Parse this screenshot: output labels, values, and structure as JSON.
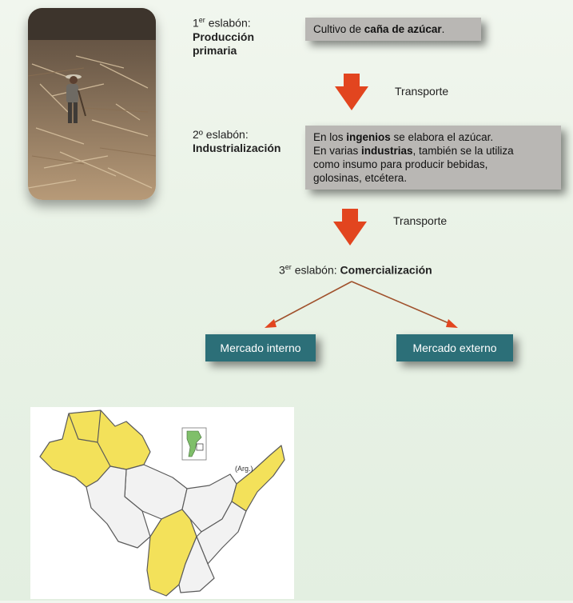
{
  "links": {
    "level1": {
      "ordinal": "1",
      "ordinal_sup": "er",
      "word": " eslabón:",
      "name": "Producción primaria"
    },
    "level2": {
      "ordinal": "2º",
      "word": " eslabón:",
      "name": "Industrialización"
    },
    "level3": {
      "ordinal": "3",
      "ordinal_sup": "er",
      "word": " eslabón: ",
      "name": "Comercialización"
    }
  },
  "boxes": {
    "box1": {
      "prefix": "Cultivo de ",
      "bold": "caña de azúcar",
      "suffix": "."
    },
    "box2": {
      "line1_prefix": "En los ",
      "line1_bold": "ingenios",
      "line1_suffix": " se elabora el azúcar.",
      "line2_prefix": "En varias ",
      "line2_bold": "industrias",
      "line2_suffix": ", también se la utiliza",
      "line3": "como insumo para producir bebidas,",
      "line4": "golosinas, etcétera."
    }
  },
  "transport_labels": [
    "Transporte",
    "Transporte"
  ],
  "markets": {
    "internal": "Mercado interno",
    "external": "Mercado externo"
  },
  "map": {
    "inset_label": "(Arg.)"
  },
  "colors": {
    "arrow_red": "#e2451f",
    "market_teal": "#2c6f78",
    "box_gray": "#b9b7b4",
    "map_yellow": "#f3e15a",
    "map_white": "#f2f2f2",
    "connector_brown": "#a0522d"
  }
}
